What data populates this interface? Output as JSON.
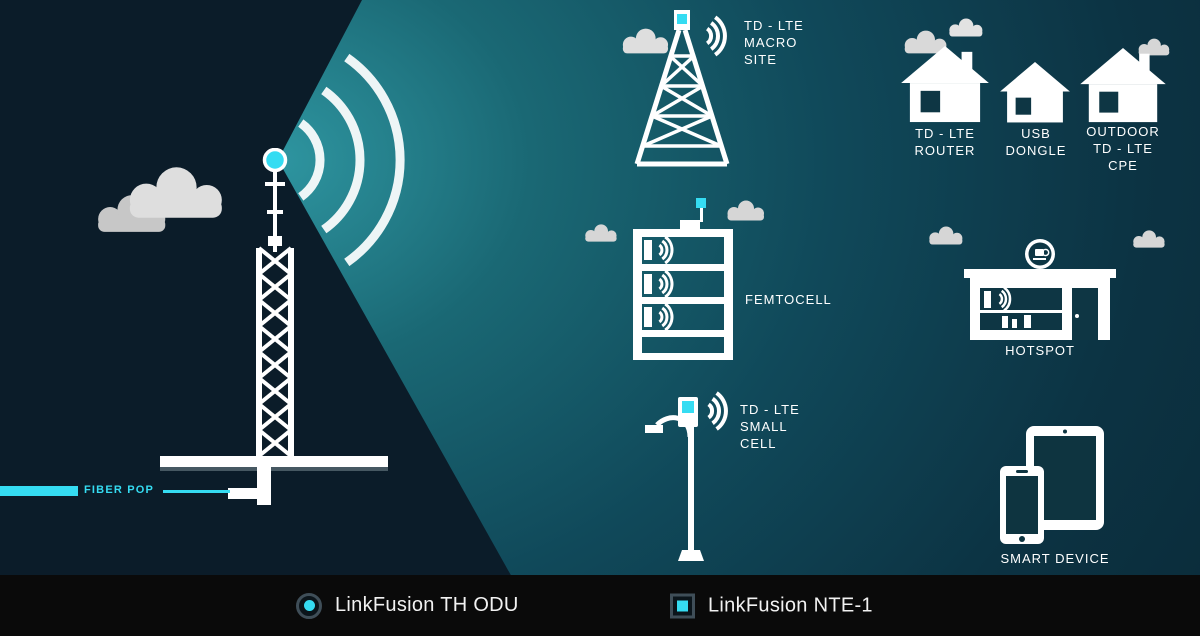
{
  "legend": {
    "odu": {
      "label": "LinkFusion TH ODU"
    },
    "nte": {
      "label": "LinkFusion NTE-1"
    }
  },
  "left": {
    "fiber_pop": "FIBER POP"
  },
  "network": {
    "macro_site": "TD - LTE\nMACRO\nSITE",
    "femtocell": "FEMTOCELL",
    "small_cell": "TD - LTE\nSMALL\nCELL"
  },
  "devices": {
    "router": "TD - LTE\nROUTER",
    "usb_dongle": "USB\nDONGLE",
    "outdoor_cpe": "OUTDOOR\nTD - LTE\nCPE",
    "hotspot": "HOTSPOT",
    "smart_device": "SMART DEVICE"
  },
  "colors": {
    "accent_cyan": "#35dcf2",
    "background_left": "#0b1c29",
    "beam_teal": "#1a6874",
    "footer_black": "#0a0a0a",
    "icon_white": "#ffffff",
    "cloud_gray": "#d8d8d8"
  }
}
